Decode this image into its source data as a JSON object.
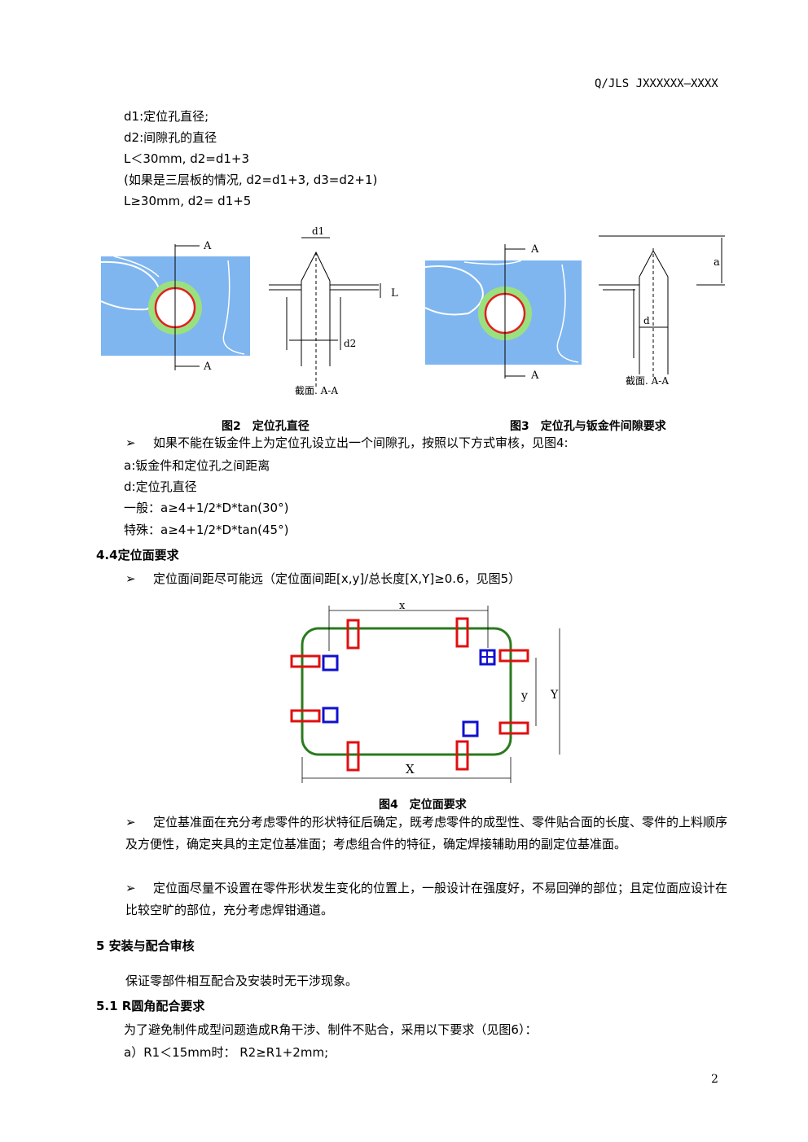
{
  "header": {
    "doc_code": "Q/JLS JXXXXXX—XXXX"
  },
  "defs": {
    "d1": "d1:定位孔直径;",
    "d2": "d2:间隙孔的直径",
    "rule1": "L＜30mm, d2=d1+3",
    "rule2": "(如果是三层板的情况, d2=d1+3, d3=d2+1)",
    "rule3": "L≥30mm, d2= d1+5"
  },
  "fig2": {
    "caption": "图2　定位孔直径",
    "label_A_top": "A",
    "label_A_bottom": "A",
    "label_d1": "d1",
    "label_d2": "d2",
    "label_L": "L",
    "section": "截面. A-A"
  },
  "fig3": {
    "caption": "图3　定位孔与钣金件间隙要求",
    "label_A_top": "A",
    "label_A_bottom": "A",
    "label_a": "a",
    "label_d": "d",
    "section": "截面. A-A"
  },
  "bullet_symbol": "➢",
  "bullet1": "如果不能在钣金件上为定位孔设立出一个间隙孔，按照以下方式审核，见图4:",
  "alist": {
    "a": "a:钣金件和定位孔之间距离",
    "d": "d:定位孔直径",
    "general": "一般：a≥4+1/2*D*tan(30°)",
    "special": "特殊：a≥4+1/2*D*tan(45°)"
  },
  "sec44": {
    "title": "4.4定位面要求"
  },
  "bullet2": "定位面间距尽可能远（定位面间距[x,y]/总长度[X,Y]≥0.6，见图5）",
  "fig4": {
    "caption": "图4　定位面要求",
    "label_x": "x",
    "label_y": "y",
    "label_X": "X",
    "label_Y": "Y"
  },
  "bullet3": "定位基准面在充分考虑零件的形状特征后确定，既考虑零件的成型性、零件贴合面的长度、零件的上料顺序及方便性，确定夹具的主定位基准面；考虑组合件的特征，确定焊接辅助用的副定位基准面。",
  "bullet4": "定位面尽量不设置在零件形状发生变化的位置上，一般设计在强度好，不易回弹的部位；且定位面应设计在比较空旷的部位，充分考虑焊钳通道。",
  "sec5": {
    "title": "5 安装与配合审核",
    "body": "保证零部件相互配合及安装时无干涉现象。"
  },
  "sec51": {
    "title": "5.1 R圆角配合要求",
    "body": "为了避免制件成型问题造成R角干涉、制件不贴合，采用以下要求（见图6）：",
    "item_a": "a）R1＜15mm时： R2≥R1+2mm;"
  },
  "page_number": "2",
  "colors": {
    "panel_blue": "#7fb6f0",
    "ring_green": "#9be07f",
    "hole_red": "#e02020",
    "frame_green": "#2a7a1e",
    "pad_red": "#e01010",
    "pin_blue": "#1010d0"
  }
}
